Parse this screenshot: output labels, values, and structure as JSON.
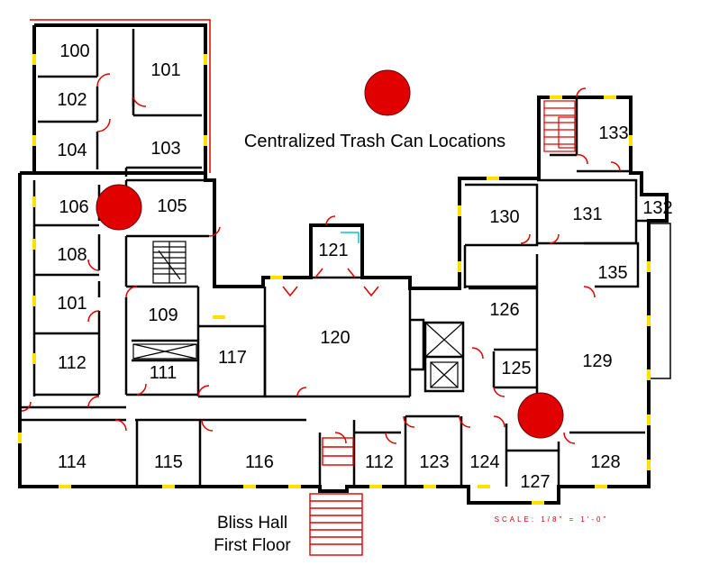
{
  "legend": {
    "label": "Centralized Trash Can Locations",
    "marker_color": "#e00000"
  },
  "title": {
    "building": "Bliss Hall",
    "floor": "First Floor"
  },
  "scale": {
    "text": "SCALE: 1/8\" = 1'-0\""
  },
  "colors": {
    "walls": "#000000",
    "doors": "#e00000",
    "windows": "#ffe000"
  },
  "rooms": {
    "r100": "100",
    "r101a": "101",
    "r102": "102",
    "r103": "103",
    "r104": "104",
    "r105": "105",
    "r106": "106",
    "r108": "108",
    "r101b": "101",
    "r109": "109",
    "r112a": "112",
    "r111": "111",
    "r117": "117",
    "r120": "120",
    "r121": "121",
    "r130": "130",
    "r131": "131",
    "r132": "132",
    "r133": "133",
    "r135": "135",
    "r126": "126",
    "r125": "125",
    "r129": "129",
    "r114": "114",
    "r115": "115",
    "r116": "116",
    "r112b": "112",
    "r123": "123",
    "r124": "124",
    "r127": "127",
    "r128": "128"
  }
}
